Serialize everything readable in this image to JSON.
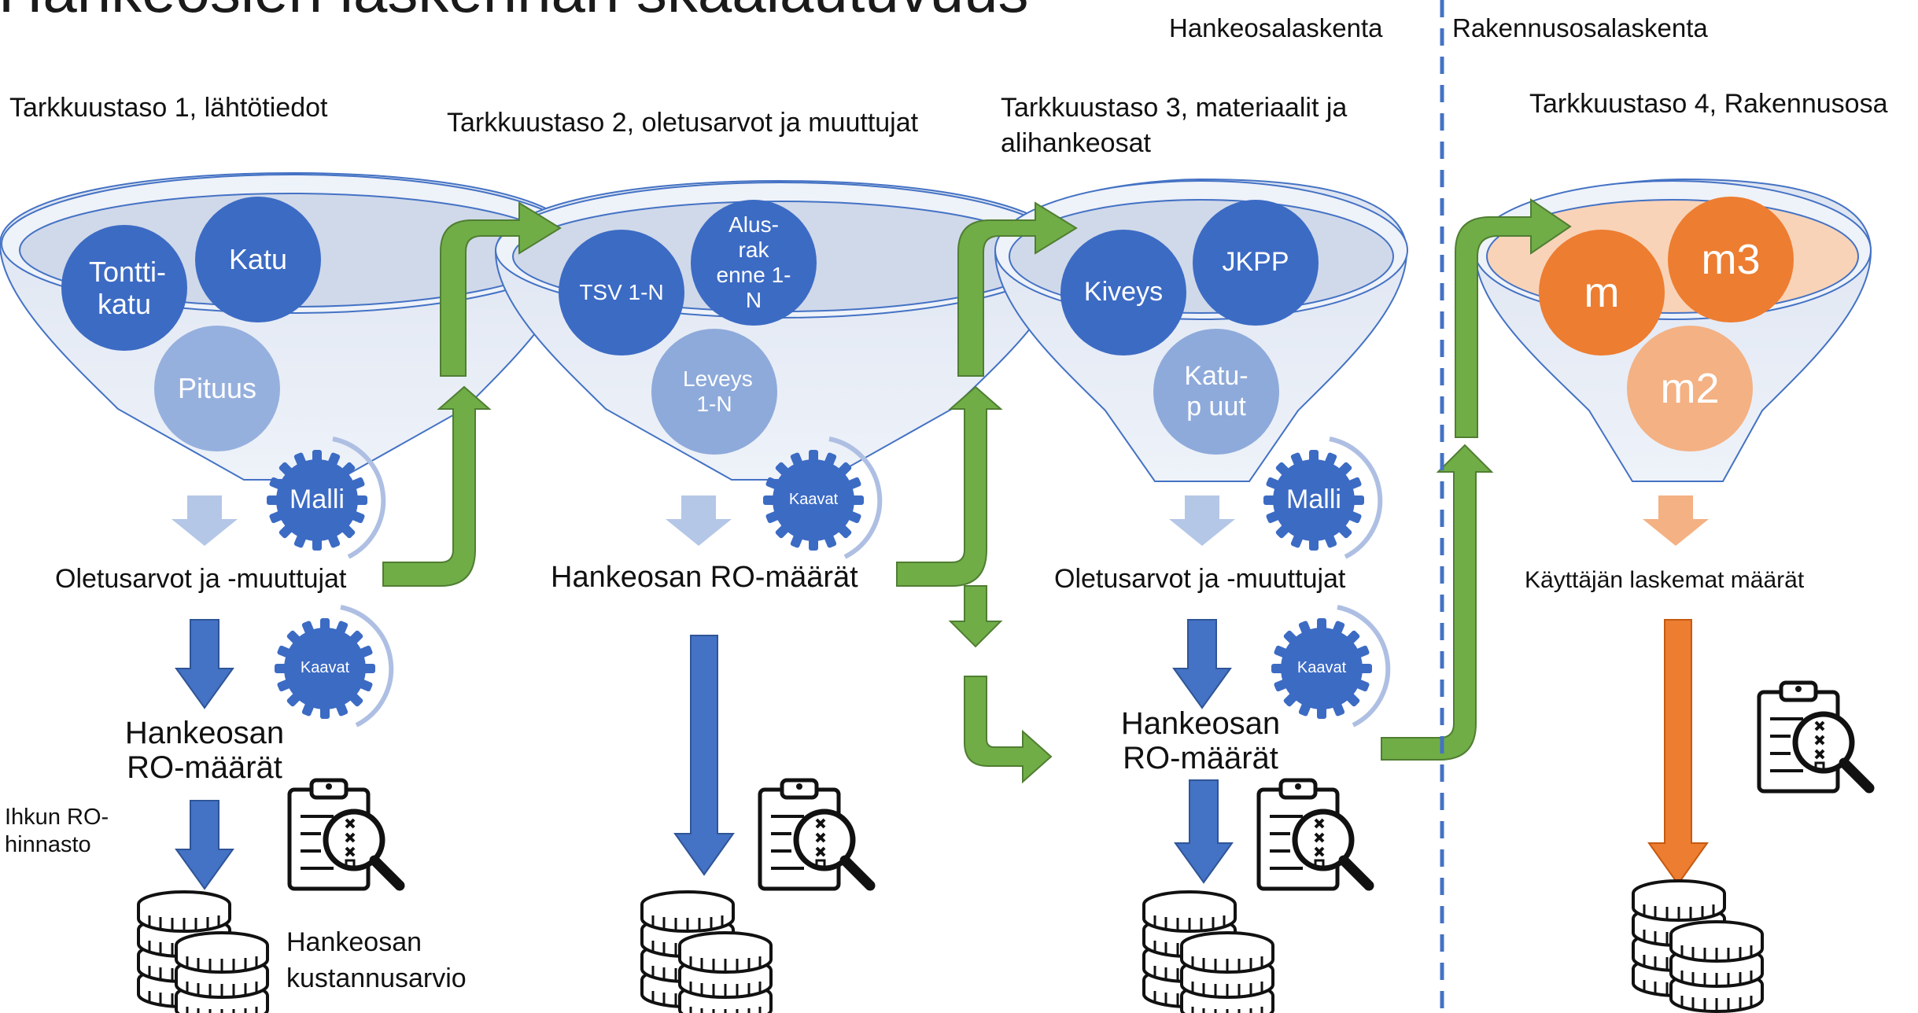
{
  "title": "Hankeosien laskennan skaalautuvuus",
  "sections": {
    "left": "Hankeosalaskenta",
    "right": "Rakennusosalaskenta"
  },
  "levels": [
    {
      "label": "Tarkkuustaso 1, lähtötiedot",
      "circles": [
        "Tontti-katu",
        "Katu",
        "Pituus"
      ],
      "gears": [
        "Malli",
        "Kaavat"
      ],
      "output": "Oletusarvot ja -muuttujat",
      "result": "Hankeosan RO-määrät",
      "price_list": "Ihkun RO-hinnasto",
      "cost": "Hankeosan kustannusarvio"
    },
    {
      "label": "Tarkkuustaso 2, oletusarvot ja muuttujat",
      "circles": [
        "TSV 1-N",
        "Alus-rak enne 1-N",
        "Leveys 1-N"
      ],
      "gears": [
        "Kaavat"
      ],
      "output": "Hankeosan RO-määrät"
    },
    {
      "label": "Tarkkuustaso 3, materiaalit ja alihankeosat",
      "circles": [
        "Kiveys",
        "JKPP",
        "Katu-p uut"
      ],
      "gears": [
        "Malli",
        "Kaavat"
      ],
      "output": "Oletusarvot ja -muuttujat",
      "result": "Hankeosan RO-määrät"
    },
    {
      "label": "Tarkkuustaso 4, Rakennusosa",
      "circles": [
        "m",
        "m3",
        "m2"
      ],
      "output": "Käyttäjän laskemat määrät"
    }
  ],
  "icons": [
    "funnel-icon",
    "gear-icon",
    "clipboard-search-icon",
    "coins-icon",
    "arrow-icon"
  ],
  "colors": {
    "blue_dark": "#3c6bc4",
    "blue_light": "#8eaadb",
    "funnel_fill": "#dde4f1",
    "green_arrow": "#70ad47",
    "orange_dark": "#ed7d31",
    "orange_light": "#f4b183",
    "divider": "#4472c4"
  }
}
